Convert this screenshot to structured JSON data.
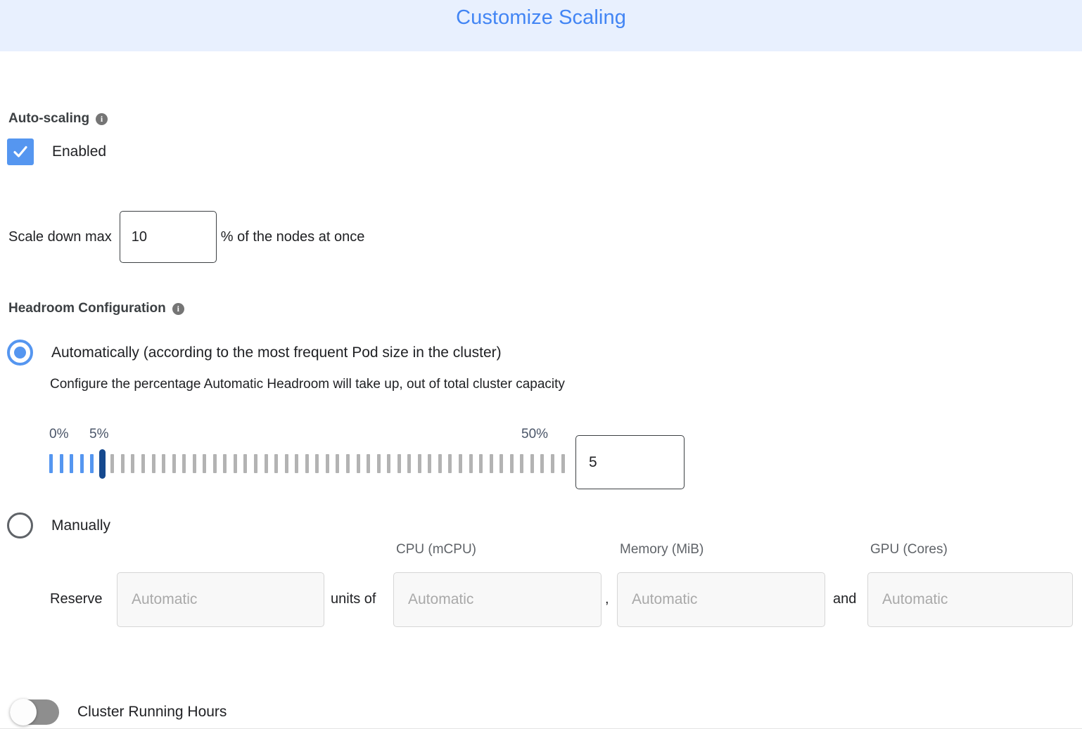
{
  "header": {
    "title": "Customize Scaling",
    "background_color": "#e8f0fe",
    "title_color": "#4285f4"
  },
  "autoscaling": {
    "section_label": "Auto-scaling",
    "info_glyph": "i",
    "enabled_label": "Enabled",
    "enabled_checked": true,
    "checkbox_color": "#5596f0",
    "scale_down_prefix": "Scale down max",
    "scale_down_value": "10",
    "scale_down_suffix": "% of the nodes at once"
  },
  "headroom": {
    "section_label": "Headroom Configuration",
    "info_glyph": "i",
    "automatic_option_label": "Automatically (according to the most frequent Pod size in the cluster)",
    "automatic_selected": true,
    "automatic_description": "Configure the percentage Automatic Headroom will take up, out of total cluster capacity",
    "manual_option_label": "Manually",
    "manual_selected": false,
    "slider": {
      "min_label": "0%",
      "current_label": "5%",
      "max_label": "50%",
      "min": 0,
      "max": 50,
      "value": 5,
      "tick_count": 51,
      "active_color": "#5596f0",
      "inactive_color": "#b3b3b3",
      "thumb_color": "#15498f",
      "label_color": "#4a5568",
      "input_value": "5"
    },
    "manual_fields": {
      "reserve_label": "Reserve",
      "units_of_label": "units of",
      "comma_label": ",",
      "and_label": "and",
      "placeholder": "Automatic",
      "columns": [
        {
          "caption": "",
          "placeholder": "Automatic"
        },
        {
          "caption": "CPU (mCPU)",
          "placeholder": "Automatic"
        },
        {
          "caption": "Memory (MiB)",
          "placeholder": "Automatic"
        },
        {
          "caption": "GPU (Cores)",
          "placeholder": "Automatic"
        }
      ]
    }
  },
  "cluster_running_hours": {
    "label": "Cluster Running Hours",
    "enabled": false,
    "track_color": "#8e8e8e"
  }
}
